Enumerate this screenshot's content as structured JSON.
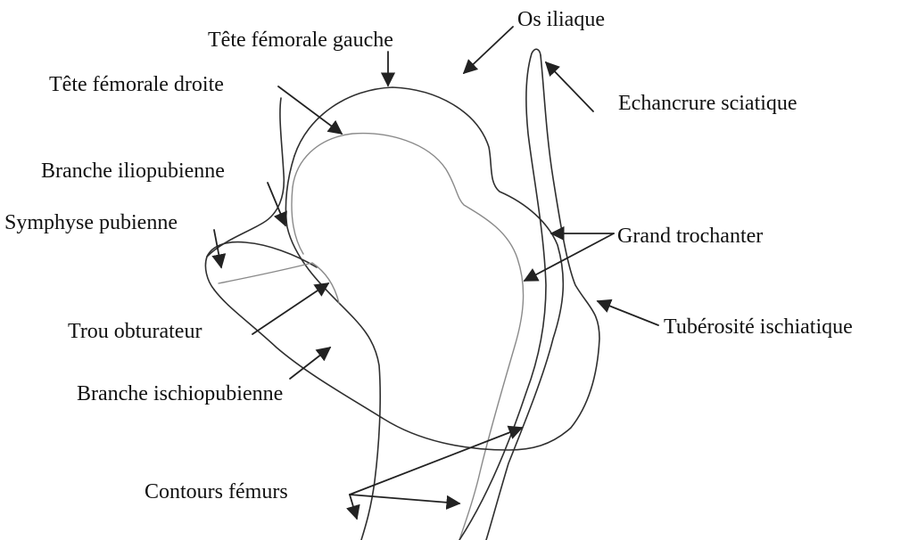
{
  "labels": {
    "tete_femorale_gauche": "Tête fémorale gauche",
    "os_iliaque": "Os iliaque",
    "tete_femorale_droite": "Tête fémorale droite",
    "echancrure_sciatique": "Echancrure sciatique",
    "branche_iliopubienne": "Branche iliopubienne",
    "symphyse_pubienne": "Symphyse pubienne",
    "grand_trochanter": "Grand trochanter",
    "trou_obturateur": "Trou obturateur",
    "tuberosite_ischiatique": "Tubérosité ischiatique",
    "branche_ischiopubienne": "Branche ischiopubienne",
    "contours_femurs": "Contours fémurs"
  },
  "colors": {
    "background": "#ffffff",
    "contour": "#2f2f2f",
    "contour_light": "#8a8a8a",
    "text": "#111111"
  }
}
